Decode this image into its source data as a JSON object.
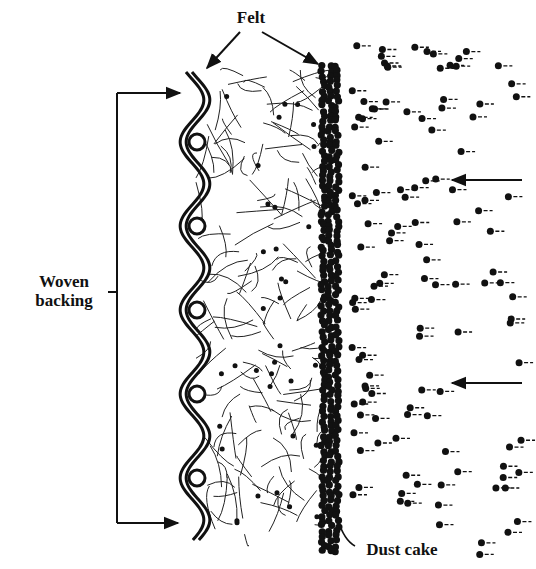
{
  "diagram": {
    "labels": [
      "Felt",
      "Woven backing",
      "Dust cake"
    ]
  }
}
